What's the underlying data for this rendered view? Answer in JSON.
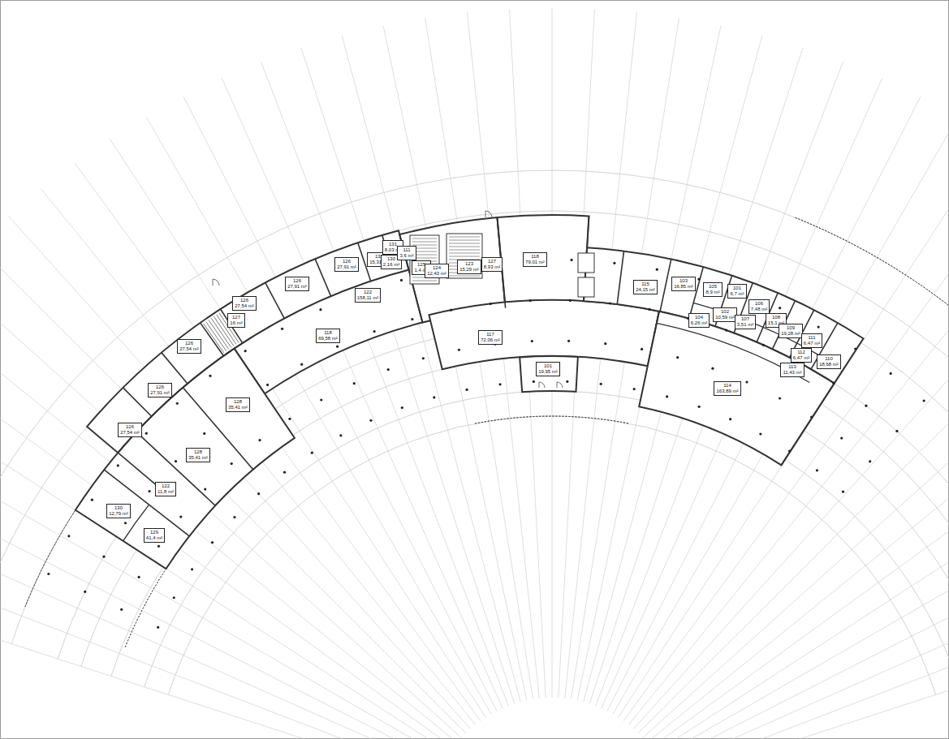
{
  "diagram": {
    "nodes": [
      {
        "text": [
          "132",
          "15,31 m²"
        ]
      },
      {
        "text": [
          "131",
          "8,03 m²"
        ]
      },
      {
        "text": [
          "130",
          "2,16 m²"
        ]
      },
      {
        "text": [
          "111",
          "3,6 m²"
        ]
      },
      {
        "text": [
          "125",
          "1,4 m²"
        ]
      },
      {
        "text": [
          "124",
          "12,43 m²"
        ]
      },
      {
        "text": [
          "123",
          "15,29 m²"
        ]
      },
      {
        "text": [
          "127",
          "8,93 m²"
        ]
      },
      {
        "text": [
          "118",
          "79,01 m²"
        ]
      },
      {
        "text": [
          "126",
          "27,91 m²"
        ]
      },
      {
        "text": [
          "126",
          "27,91 m²"
        ]
      },
      {
        "text": [
          "122",
          "158,11 m²"
        ]
      },
      {
        "text": [
          "126",
          "27,54 m²"
        ]
      },
      {
        "text": [
          "115",
          "24,15 m²"
        ]
      },
      {
        "text": [
          "103",
          "16,85 m²"
        ]
      },
      {
        "text": [
          "105",
          "8,9 m²"
        ]
      },
      {
        "text": [
          "101",
          "6,7 m²"
        ]
      },
      {
        "text": [
          "106",
          "7,48 m²"
        ]
      },
      {
        "text": [
          "102",
          "10,59 m²"
        ]
      },
      {
        "text": [
          "104",
          "6,26 m²"
        ]
      },
      {
        "text": [
          "108",
          "15,1 m²"
        ]
      },
      {
        "text": [
          "107",
          "3,51 m²"
        ]
      },
      {
        "text": [
          "127",
          "16 m²"
        ]
      },
      {
        "text": [
          "109",
          "19,28 m²"
        ]
      },
      {
        "text": [
          "118",
          "69,58 m²"
        ]
      },
      {
        "text": [
          "117",
          "72,06 m²"
        ]
      },
      {
        "text": [
          "111",
          "6,47 m²"
        ]
      },
      {
        "text": [
          "126",
          "27,54 m²"
        ]
      },
      {
        "text": [
          "112",
          "6,47 m²"
        ]
      },
      {
        "text": [
          "110",
          "18,68 m²"
        ]
      },
      {
        "text": [
          "101",
          "19,95 m²"
        ]
      },
      {
        "text": [
          "113",
          "11,43 m²"
        ]
      },
      {
        "text": [
          "114",
          "163,89 m²"
        ]
      },
      {
        "text": [
          "126",
          "27,91 m²"
        ]
      },
      {
        "text": [
          "128",
          "35,41 m²"
        ]
      },
      {
        "text": [
          "126",
          "27,54 m²"
        ]
      },
      {
        "text": [
          "128",
          "35,41 m²"
        ]
      },
      {
        "text": [
          "122",
          "11,8 m²"
        ]
      },
      {
        "text": [
          "130",
          "12,79 m²"
        ]
      },
      {
        "text": [
          "129",
          "41,4 m²"
        ]
      }
    ]
  }
}
